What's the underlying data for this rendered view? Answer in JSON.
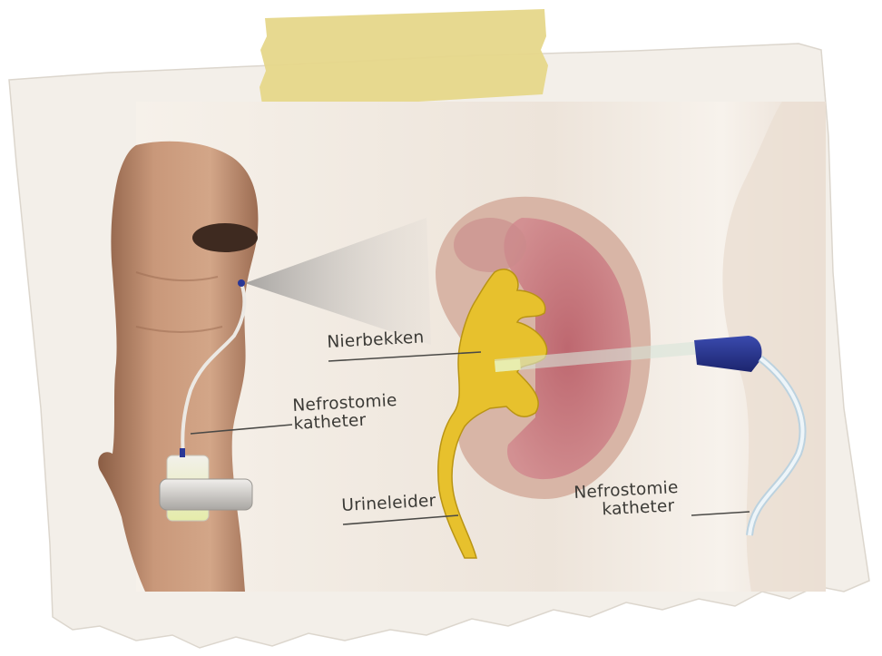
{
  "labels": {
    "renal_pelvis": "Nierbekken",
    "nephrostomy_body_line1": "Nefrostomie",
    "nephrostomy_body_line2": "katheter",
    "ureter": "Urineleider",
    "nephrostomy_kidney_line1": "Nefrostomie",
    "nephrostomy_kidney_line2": "katheter"
  },
  "colors": {
    "paper": "#f2eee8",
    "tape": "#e8d98e",
    "skin": "#c49476",
    "kidney_cortex": "#d9a9a5",
    "kidney_medulla": "#c2666f",
    "pelvis": "#e6c12c",
    "catheter_cap": "#2a3796",
    "label_text": "#3b3a36"
  }
}
